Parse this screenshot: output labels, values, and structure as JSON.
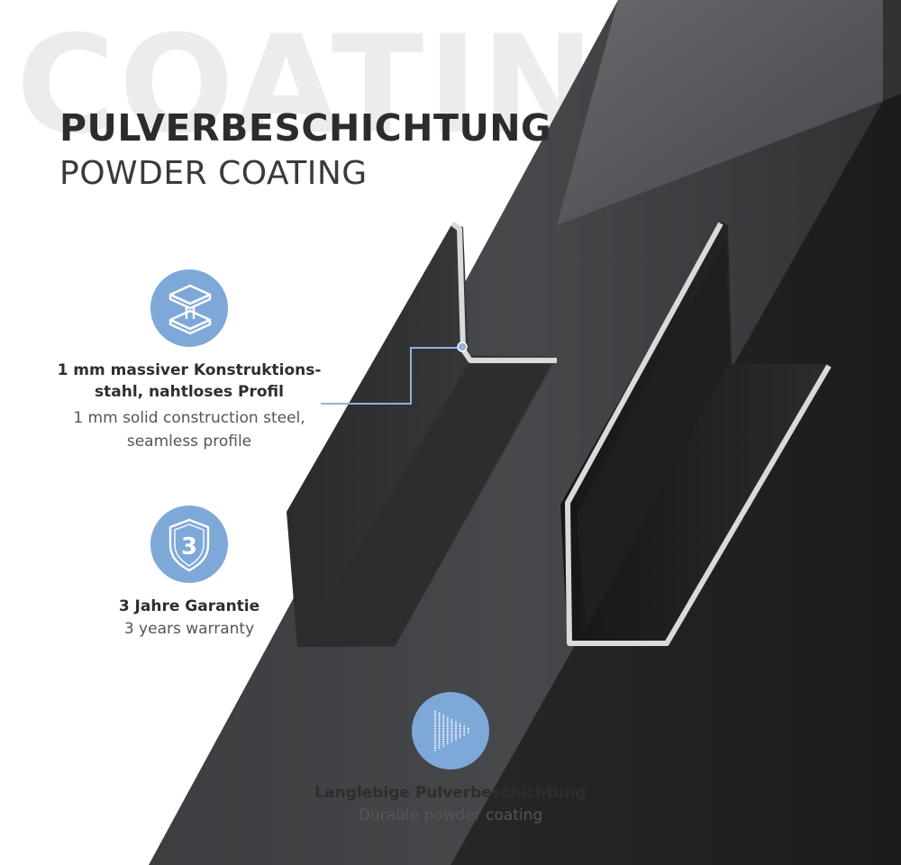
{
  "background_word": "COATING",
  "title": "PULVERBESCHICHTUNG",
  "subtitle": "POWDER COATING",
  "features": [
    {
      "icon": "steel-beam-icon",
      "label_de_lines": [
        "1 mm massiver Konstruktions-",
        "stahl, nahtloses Profil"
      ],
      "label_en_lines": [
        "1 mm solid construction steel,",
        "seamless profile"
      ]
    },
    {
      "icon": "shield-3-icon",
      "badge_text": "3",
      "label_de_lines": [
        "3 Jahre Garantie"
      ],
      "label_en_lines": [
        "3 years warranty"
      ]
    },
    {
      "icon": "powder-spray-icon",
      "label_de_lines": [
        "Langlebige Pulverbeschichtung"
      ],
      "label_en_lines": [
        "Durable powder coating"
      ]
    }
  ],
  "colors": {
    "accent": "#7ea8d8",
    "steel_dark": "#3e4043",
    "background_word": "#ececec",
    "callout_line": "#8fb3dc"
  }
}
